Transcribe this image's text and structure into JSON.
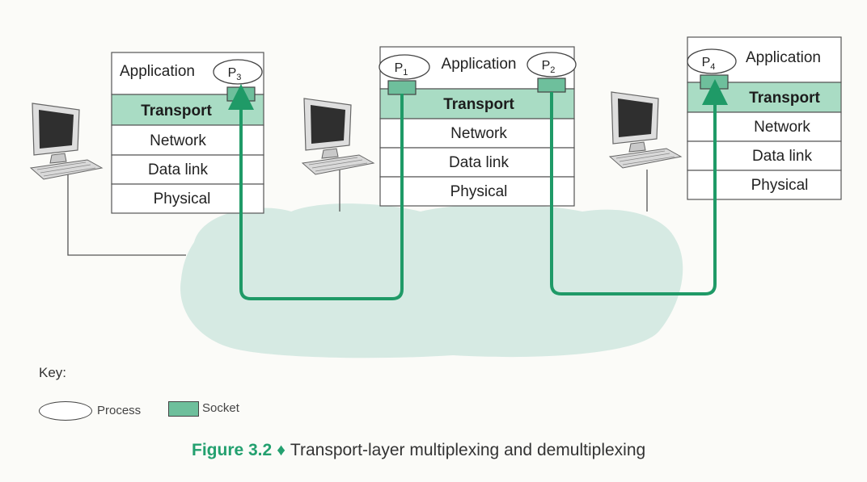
{
  "hosts": [
    {
      "layers": [
        "Application",
        "Transport",
        "Network",
        "Data link",
        "Physical"
      ],
      "processes": [
        {
          "letter": "P",
          "sub": "3"
        }
      ]
    },
    {
      "layers": [
        "Application",
        "Transport",
        "Network",
        "Data link",
        "Physical"
      ],
      "processes": [
        {
          "letter": "P",
          "sub": "1"
        },
        {
          "letter": "P",
          "sub": "2"
        }
      ]
    },
    {
      "layers": [
        "Application",
        "Transport",
        "Network",
        "Data link",
        "Physical"
      ],
      "processes": [
        {
          "letter": "P",
          "sub": "4"
        }
      ]
    }
  ],
  "key": {
    "title": "Key:",
    "process_label": "Process",
    "socket_label": "Socket"
  },
  "caption": {
    "figure": "Figure 3.2",
    "separator": "♦",
    "text": "Transport-layer multiplexing and demultiplexing"
  },
  "colors": {
    "transport_fill": "#a9dcc4",
    "socket_fill": "#6ebf9c",
    "path_stroke": "#1f9a67",
    "network_cloud": "#cfe6df"
  }
}
